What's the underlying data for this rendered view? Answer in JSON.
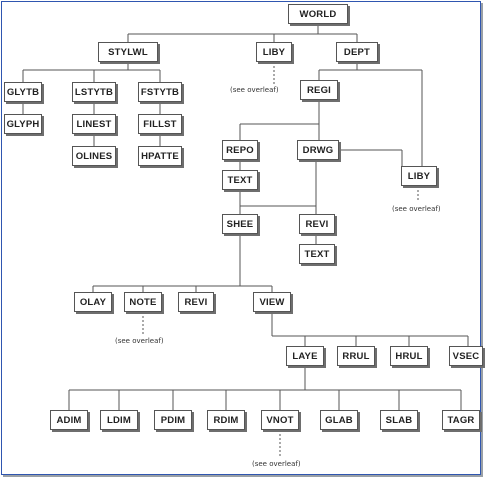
{
  "nodes": {
    "world": "WORLD",
    "stylwl": "STYLWL",
    "liby_top": "LIBY",
    "dept": "DEPT",
    "glytb": "GLYTB",
    "glyph": "GLYPH",
    "lstytb": "LSTYTB",
    "linest": "LINEST",
    "olines": "OLINES",
    "fstytb": "FSTYTB",
    "fillst": "FILLST",
    "hpatte": "HPATTE",
    "regi": "REGI",
    "repo": "REPO",
    "text_repo": "TEXT",
    "drwg": "DRWG",
    "liby_right": "LIBY",
    "shee": "SHEE",
    "revi_drwg": "REVI",
    "text_revi": "TEXT",
    "olay": "OLAY",
    "note": "NOTE",
    "revi_shee": "REVI",
    "view": "VIEW",
    "laye": "LAYE",
    "rrul": "RRUL",
    "hrul": "HRUL",
    "vsec": "VSEC",
    "adim": "ADIM",
    "ldim": "LDIM",
    "pdim": "PDIM",
    "rdim": "RDIM",
    "vnot": "VNOT",
    "glab": "GLAB",
    "slab": "SLAB",
    "tagr": "TAGR"
  },
  "notes": {
    "liby_top": "(see overleaf)",
    "liby_right": "(see overleaf)",
    "note": "(see overleaf)",
    "vnot": "(see overleaf)"
  },
  "colors": {
    "frame": "#2f56b0",
    "line": "#555555"
  }
}
